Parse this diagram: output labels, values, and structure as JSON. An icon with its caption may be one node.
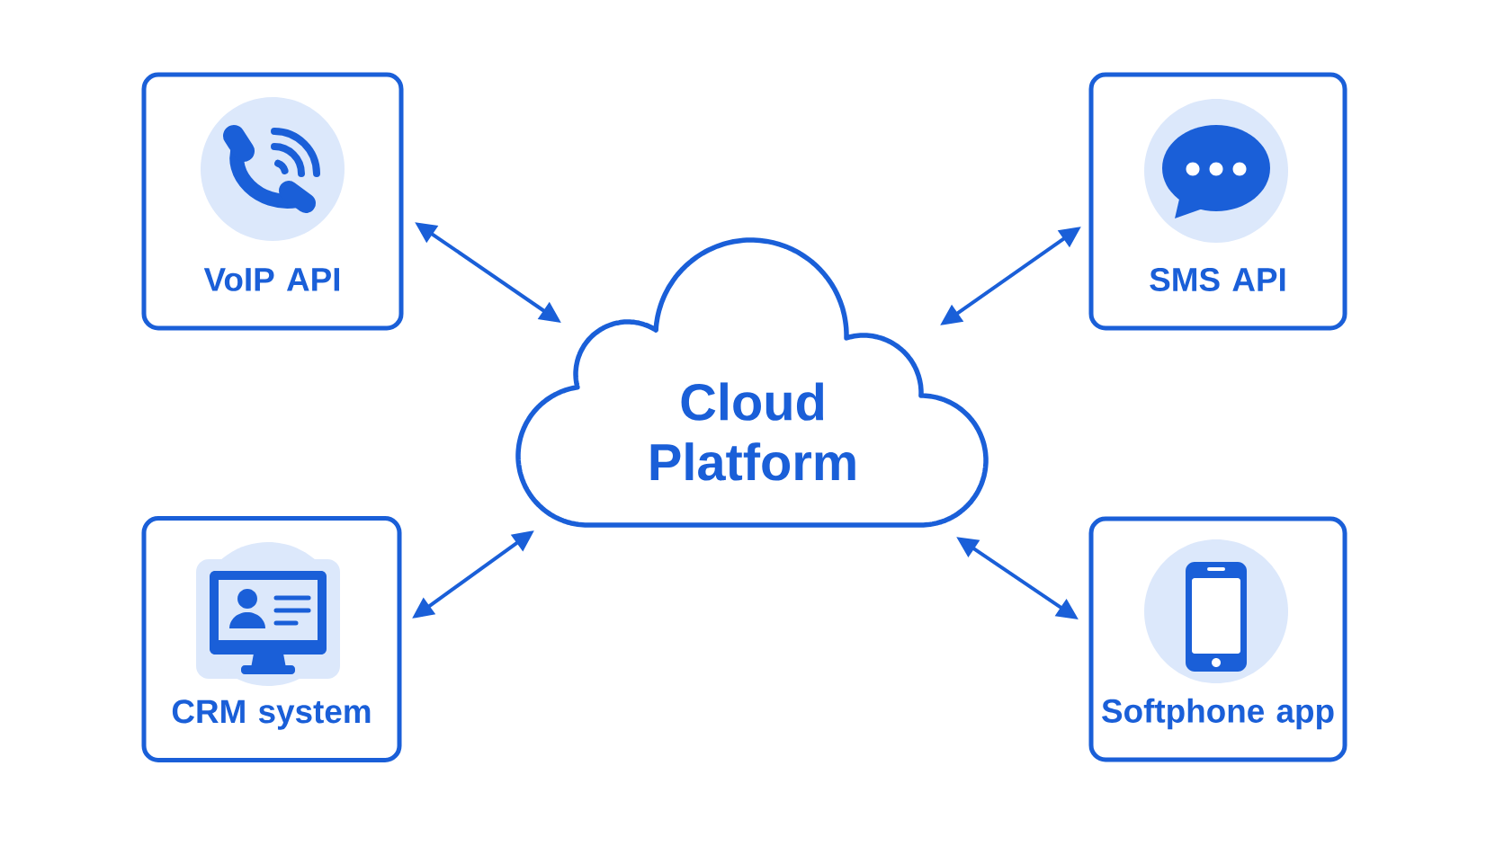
{
  "diagram": {
    "nodes": [
      {
        "text": [
          "VoIP API"
        ]
      },
      {
        "text": [
          "SMS API"
        ]
      },
      {
        "text": [
          "Cloud Platform"
        ]
      },
      {
        "text": [
          "CRM system"
        ]
      },
      {
        "text": [
          "Softphone app"
        ]
      }
    ],
    "edges": [
      {
        "from": 0,
        "to": 2,
        "arrow": "both"
      },
      {
        "from": 1,
        "to": 2,
        "arrow": "both"
      },
      {
        "from": 3,
        "to": 2,
        "arrow": "both"
      },
      {
        "from": 4,
        "to": 2,
        "arrow": "both"
      }
    ]
  }
}
